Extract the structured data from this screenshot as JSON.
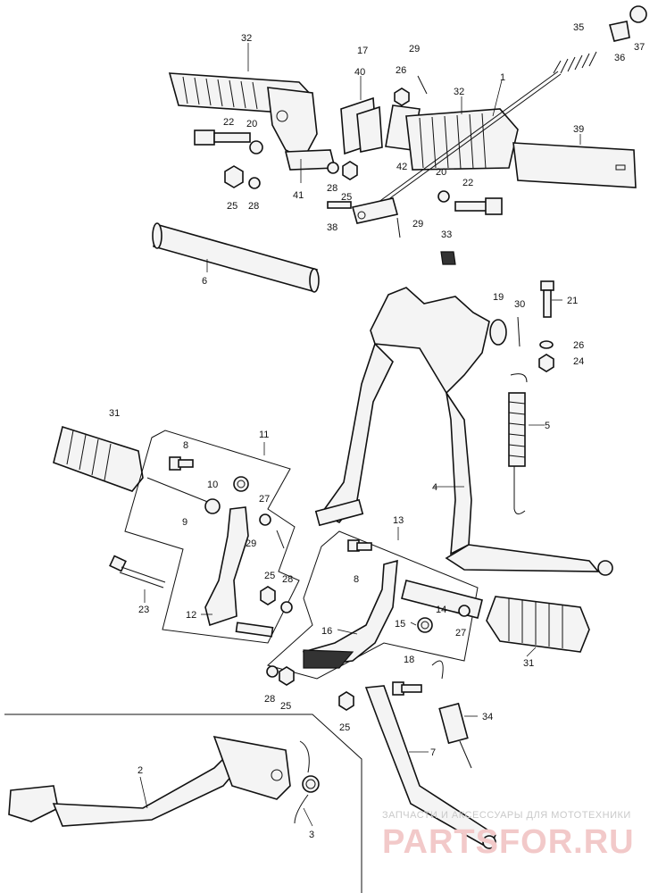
{
  "labels": {
    "p1": "1",
    "p2": "2",
    "p3": "3",
    "p4": "4",
    "p5": "5",
    "p6": "6",
    "p7": "7",
    "p8a": "8",
    "p8b": "8",
    "p9": "9",
    "p10": "10",
    "p11": "11",
    "p12": "12",
    "p13": "13",
    "p14": "14",
    "p15": "15",
    "p16": "16",
    "p17": "17",
    "p18": "18",
    "p19": "19",
    "p20a": "20",
    "p20b": "20",
    "p21": "21",
    "p22a": "22",
    "p22b": "22",
    "p23": "23",
    "p24": "24",
    "p25a": "25",
    "p25b": "25",
    "p25c": "25",
    "p25d": "25",
    "p25e": "25",
    "p26a": "26",
    "p26b": "26",
    "p27a": "27",
    "p27b": "27",
    "p28a": "28",
    "p28b": "28",
    "p28c": "28",
    "p28d": "28",
    "p29a": "29",
    "p29b": "29",
    "p29c": "29",
    "p30": "30",
    "p31a": "31",
    "p31b": "31",
    "p32a": "32",
    "p32b": "32",
    "p33": "33",
    "p34": "34",
    "p35": "35",
    "p36": "36",
    "p37": "37",
    "p38": "38",
    "p39": "39",
    "p40": "40",
    "p41": "41",
    "p42": "42"
  },
  "watermark": {
    "tagline": "ЗАПЧАСТИ И АКСЕССУАРЫ ДЛЯ МОТОТЕХНИКИ",
    "brand": "PARTSFOR.RU"
  }
}
